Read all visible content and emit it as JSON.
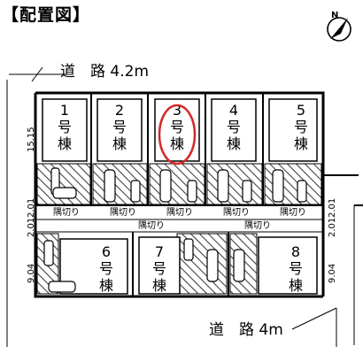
{
  "title": "【配置図】",
  "north_symbol": "compass-north-icon",
  "roads": {
    "top": "道　路 4.2m",
    "bottom": "道　路 4m"
  },
  "dimensions": {
    "left_top": "15.15",
    "left_mid_a": "2.01",
    "left_mid_b": "2.01",
    "left_bottom": "9.04",
    "right_mid_a": "2.01",
    "right_mid_b": "2.01",
    "right_bottom": "9.04"
  },
  "corner_cut_label": "隅切り",
  "buildings": [
    {
      "num": "1",
      "a": "号",
      "b": "棟"
    },
    {
      "num": "2",
      "a": "号",
      "b": "棟"
    },
    {
      "num": "3",
      "a": "号",
      "b": "棟"
    },
    {
      "num": "4",
      "a": "号",
      "b": "棟"
    },
    {
      "num": "5",
      "a": "号",
      "b": "棟"
    },
    {
      "num": "6",
      "a": "号",
      "b": "棟"
    },
    {
      "num": "7",
      "a": "号",
      "b": "棟"
    },
    {
      "num": "8",
      "a": "号",
      "b": "棟"
    }
  ],
  "highlight": {
    "building": "3",
    "color": "#d42a2a"
  },
  "colors": {
    "hatch": "#555555",
    "line": "#222222"
  }
}
